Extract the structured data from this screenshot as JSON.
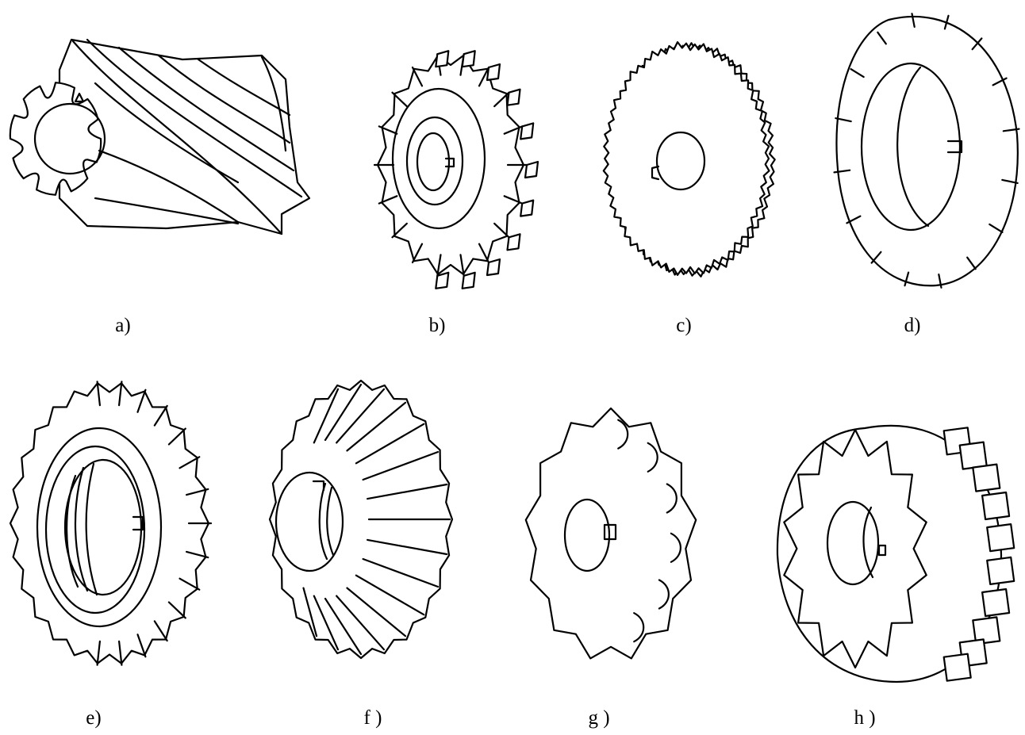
{
  "figure": {
    "line_color": "#000000",
    "background": "#ffffff",
    "panels": [
      {
        "id": "a",
        "label": "a)",
        "icon": "helical-cylindrical-milling-cutter-icon"
      },
      {
        "id": "b",
        "label": "b)",
        "icon": "side-and-face-milling-cutter-icon"
      },
      {
        "id": "c",
        "label": "c)",
        "icon": "slitting-saw-cutter-icon"
      },
      {
        "id": "d",
        "label": "d)",
        "icon": "concave-form-milling-cutter-icon"
      },
      {
        "id": "e",
        "label": "e)",
        "icon": "angle-face-milling-cutter-icon"
      },
      {
        "id": "f",
        "label": "f )",
        "icon": "double-angle-milling-cutter-icon"
      },
      {
        "id": "g",
        "label": "g )",
        "icon": "convex-form-milling-cutter-icon"
      },
      {
        "id": "h",
        "label": "h )",
        "icon": "gear-form-milling-cutter-icon"
      }
    ]
  }
}
